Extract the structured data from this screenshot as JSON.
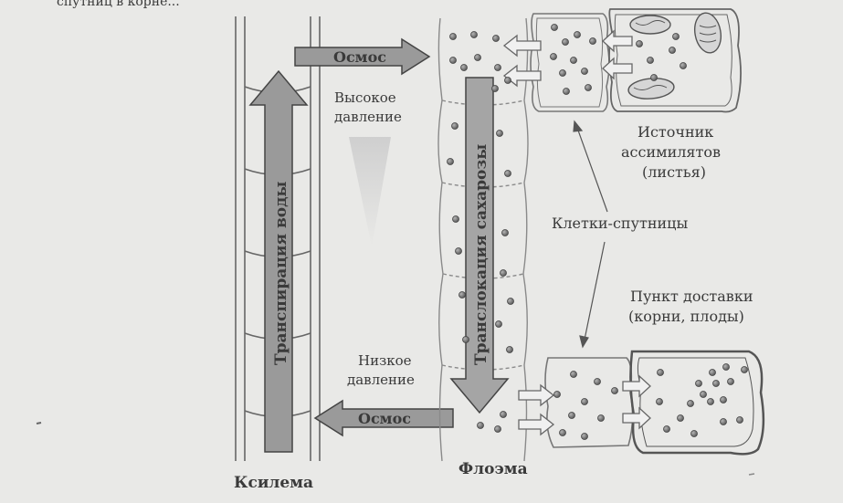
{
  "header_fragment": "спутниц в корне...",
  "labels": {
    "osmos_top": "Осмос",
    "osmos_bottom": "Осмос",
    "high_pressure_1": "Высокое",
    "high_pressure_2": "давление",
    "low_pressure_1": "Низкое",
    "low_pressure_2": "давление",
    "water_transpiration": "Транспирация воды",
    "sucrose_translocation": "Транслокация сахарозы",
    "source_1": "Источник",
    "source_2": "ассимилятов",
    "source_3": "(листья)",
    "companion_cells": "Клетки-спутницы",
    "sink_1": "Пункт доставки",
    "sink_2": "(корни, плоды)",
    "xylem": "Ксилема",
    "phloem": "Флоэма"
  },
  "colors": {
    "page": "#e9e9e7",
    "line": "#555555",
    "arrow_fill": "#9a9a9a",
    "dot": "#7a7a7a"
  }
}
